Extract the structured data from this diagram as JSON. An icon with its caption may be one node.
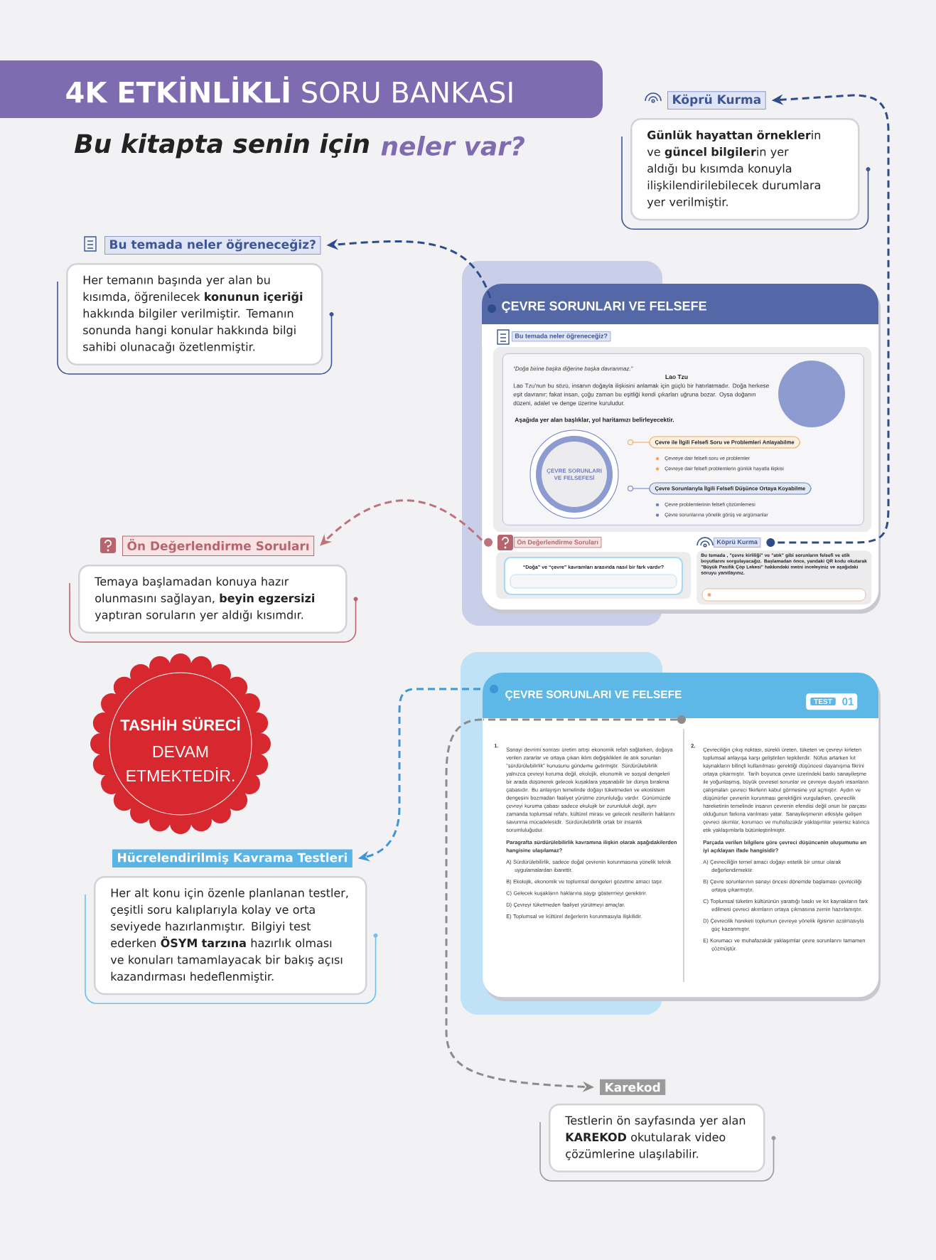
{
  "diagram": {
    "title": "**4K ETKİNLİKLİ** SORU BANKASI",
    "nodes": [
      {
        "text": [
          "Köprü Kurma",
          "**Günlük hayattan örnekler**in ve **güncel bilgiler**in yer aldığı bu kısımda konuyla ilişkilendirilebilecek durumlara yer verilmiştir."
        ]
      },
      {
        "text": [
          "Bu temada neler öğreneceğiz?",
          "Her temanın başında yer alan bu kısımda, öğrenilecek **konunun içeriği** hakkında bilgiler verilmiştir. Temanın sonunda hangi konular hakkında bilgi sahibi olunacağı özetlenmiştir."
        ]
      },
      {
        "text": [
          "Ön Değerlendirme Soruları",
          "Temaya başlamadan konuya hazır olunmasını sağlayan, **beyin egzersizi** yaptıran soruların yer aldığı kısımdır."
        ]
      },
      {
        "text": [
          "Hücrelendirilmiş Kavrama Testleri",
          "Her alt konu için özenle planlanan testler, çeşitli soru kalıplarıyla kolay ve orta seviyede hazırlanmıştır. Bilgiyi test ederken **ÖSYM tarzına** hazırlık olması ve konuları tamamlayacak bir bakış açısı kazandırması hedeflenmiştir."
        ]
      },
      {
        "text": [
          "Karekod",
          "Testlerin ön sayfasında yer alan **KAREKOD** okutularak video çözümlerine ulaşılabilir."
        ]
      },
      {
        "text": [
          "ÇEVRE SORUNLARI VE FELSEFE"
        ]
      },
      {
        "text": [
          "Bu temada neler öğreneceğiz?"
        ],
        "in": 5
      },
      {
        "text": [
          "“Doğa birine başka diğerine başka davranmaz.”",
          "Lao Tzu",
          "Lao Tzu’nun bu sözü, insanın doğayla ilişkisini anlamak için güçlü bir hatırlatmadır. Doğa herkese eşit davranır; fakat insan, çoğu zaman bu eşitliği kendi çıkarları uğruna bozar. Oysa doğanın düzeni, adalet ve denge üzerine kuruludur.",
          "Aşağıda yer alan başlıklar, yol haritamızı belirleyecektir."
        ],
        "in": 5
      },
      {
        "text": [
          "ÇEVRE SORUNLARI VE FELSEFESİ"
        ],
        "in": 7
      },
      {
        "text": [
          "Çevre ile İlgili Felsefi Soru ve Problemleri Anlayabilme"
        ],
        "in": 7,
        "beside": [
          "Çevreye dair felsefi soru ve problemler",
          "Çevreye dair felsefi problemlerin günlük hayatla ilişkisi"
        ]
      },
      {
        "text": [
          "Çevre Sorunlarıyla İlgili Felsefi Düşünce Ortaya Koyabilme"
        ],
        "in": 7,
        "beside": [
          "Çevre problemlerinin felsefi çözümlemesi",
          "Çevre sorunlarına yönelik görüş ve argümanlar"
        ]
      },
      {
        "text": [
          "Ön Değerlendirme Soruları"
        ],
        "in": 5
      },
      {
        "text": [
          "“Doğa” ve “çevre” kavramları arasında nasıl bir fark vardır?"
        ],
        "in": 5
      },
      {
        "text": [
          "Köprü Kurma"
        ],
        "in": 5
      },
      {
        "text": [
          "Bu temada , \"çevre kirliliği\" ve \"atık\" gibi sorunların felsefi ve etik boyutlarını sorgulayacağız. Başlamadan önce, yandaki QR kodu okutarak \"Büyük Pasifik Çöp Lekesi\" hakkındaki metni inceleyiniz ve aşağıdaki soruyu yanıtlayınız."
        ],
        "in": 5
      },
      {
        "text": [
          "ÇEVRE SORUNLARI VE FELSEFE"
        ]
      },
      {
        "text": [
          "TEST",
          "01"
        ],
        "in": 15
      },
      {
        "text": [
          "1.",
          "Sanayi devrimi sonrası üretim artışı ekonomik refah sağlarken, doğaya verilen zararlar ve ortaya çıkan iklim değişiklikleri ile atık sorunları \"sürdürülebilirlik\" konusunu gündeme getirmiştir. Sürdürülebilirlik yalnızca çevreyi koruma değil, ekolojik, ekonomik ve sosyal dengeleri bir arada düşünerek gelecek kuşaklara yaşanabilir bir dünya bırakma çabasıdır. Bu anlayışın temelinde doğayı tüketmeden ve ekosistem dengesini bozmadan faaliyet yürütme zorunluluğu vardır. Günümüzde çevreyi koruma çabası sadece ekolojik bir zorunluluk değil, aynı zamanda toplumsal refahı, kültürel mirası ve gelecek nesillerin haklarını savunma mücadelesidir. Sürdürülebilirlik ortak bir insanlık sorumluluğudur.",
          "Paragrafta sürdürülebilirlik kavramına ilişkin olarak aşağıdakilerden hangisine ulaşılamaz?",
          "A) Sürdürülebilirlik, sadece doğal çevrenin korunmasına yönelik teknik uygulamalardan ibarettir.",
          "B) Ekolojik, ekonomik ve toplumsal dengeleri gözetme amacı taşır.",
          "C) Gelecek kuşakların haklarına saygı göstermeyi gerektirir.",
          "D) Çevreyi tüketmeden faaliyet yürütmeyi amaçlar.",
          "E) Toplumsal ve kültürel değerlerin korunmasıyla ilişkilidir."
        ],
        "in": 15
      },
      {
        "text": [
          "2.",
          "Çevreciliğin çıkış noktası, sürekli üreten, tüketen ve çevreyi kirleten toplumsal anlayışa karşı geliştirilen tepkilerdir. Nüfus artarken kıt kaynakların bilinçli kullanılması gerektiği düşüncesi dayanışma fikrini ortaya çıkarmıştır. Tarih boyunca çevre üzerindeki baskı sanayileşme ile yoğunlaşmış, büyük çevresel sorunlar ve çevreye duyarlı insanların çalışmaları çevreci fikirlerin kabul görmesine yol açmıştır. Aydın ve düşünürler çevrenin korunması gerektiğini vurgularken, çevrecilik hareketinin temelinde insanın çevrenin efendisi değil onun bir parçası olduğunun farkına varılması yatar. Sanayileşmenin etkisiyle gelişen çevreci akımlar, korumacı ve muhafazakâr yaklaşımlar yetersiz kalınca etik yaklaşımlarla bütünleştirilmiştir.",
          "Parçada verilen bilgilere göre çevreci düşüncenin oluşumunu en iyi açıklayan ifade hangisidir?",
          "A) Çevreciliğin temel amacı doğayı estetik bir unsur olarak değerlendirmektir.",
          "B) Çevre sorunlarının sanayi öncesi dönemde başlaması çevreciliği ortaya çıkarmıştır.",
          "C) Toplumsal tüketim kültürünün yarattığı baskı ve kıt kaynakların fark edilmesi çevreci akımların ortaya çıkmasına zemin hazırlamıştır.",
          "D) Çevrecilik hareketi toplumun çevreye yönelik ilgisinin azalmasıyla güç kazanmıştır.",
          "E) Korumacı ve muhafazakâr yaklaşımlar çevre sorunlarını tamamen çözmüştür."
        ],
        "in": 15
      }
    ],
    "edges": [
      {
        "from": 5,
        "to": 1,
        "arrow": "to",
        "style": "dashed",
        "color": "#2f4c8a"
      },
      {
        "from": 11,
        "to": 2,
        "arrow": "to",
        "style": "dashed",
        "color": "#c0727a"
      },
      {
        "from": 13,
        "to": 0,
        "arrow": "to",
        "style": "dashed",
        "color": "#2f4c8a"
      },
      {
        "from": 15,
        "to": 3,
        "arrow": "to",
        "style": "dashed",
        "color": "#3f95d6"
      },
      {
        "from": 15,
        "to": 4,
        "arrow": "to",
        "style": "dashed",
        "color": "#8c8c8c"
      }
    ],
    "labels": [
      "Bu kitapta senin için",
      "neler var?",
      "TASHİH SÜRECİ",
      "DEVAM ETMEKTEDİR."
    ]
  }
}
